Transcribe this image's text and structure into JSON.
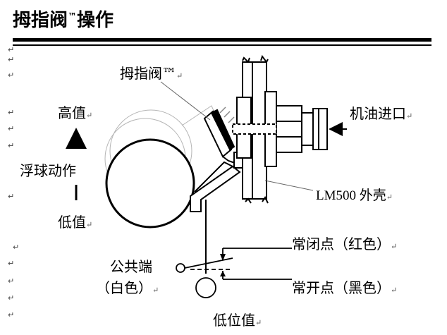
{
  "title": {
    "text": "拇指阀",
    "tm": "™",
    "suffix": "操作"
  },
  "paragraph_mark": "↵",
  "labels": {
    "thumb_valve": "拇指阀™",
    "high_value": "高值",
    "float_action": "浮球动作",
    "low_value": "低值",
    "oil_inlet": "机油进口",
    "housing": "LM500 外壳",
    "normally_closed": "常闭点（红色）",
    "common": "公共端",
    "common_color": "（白色）",
    "normally_open": "常开点（黑色）",
    "low_position": "低位值"
  },
  "colors": {
    "ink": "#000000",
    "paper": "#ffffff",
    "ghost": "#b5b5b5"
  }
}
